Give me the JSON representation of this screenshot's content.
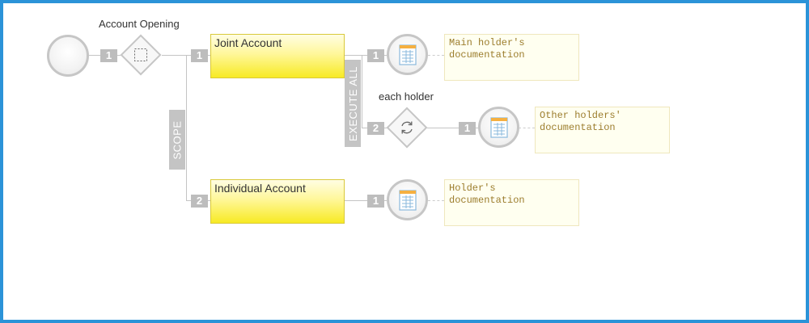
{
  "diagram": {
    "title": "Account Opening",
    "scope_label": "SCOPE",
    "execute_all_label": "EXECUTE ALL",
    "each_holder_label": "each holder",
    "tasks": {
      "joint": "Joint Account",
      "individual": "Individual Account"
    },
    "branches": {
      "start_to_gateway": "1",
      "joint": "1",
      "individual": "2",
      "main_doc": "1",
      "loop": "2",
      "other_doc": "1",
      "holder_doc": "1"
    },
    "notes": {
      "main": "Main holder's\ndocumentation",
      "other": "Other holders'\ndocumentation",
      "holder": "Holder's\ndocumentation"
    },
    "icons": {
      "start": "start-event-icon",
      "gateway": "subprocess-gateway-icon",
      "loop": "loop-icon",
      "document": "document-icon"
    },
    "colors": {
      "frame": "#2b93d8",
      "task_fill": "#fff79a",
      "connector": "#c4c4c4",
      "note_text": "#9c7d2d"
    }
  }
}
